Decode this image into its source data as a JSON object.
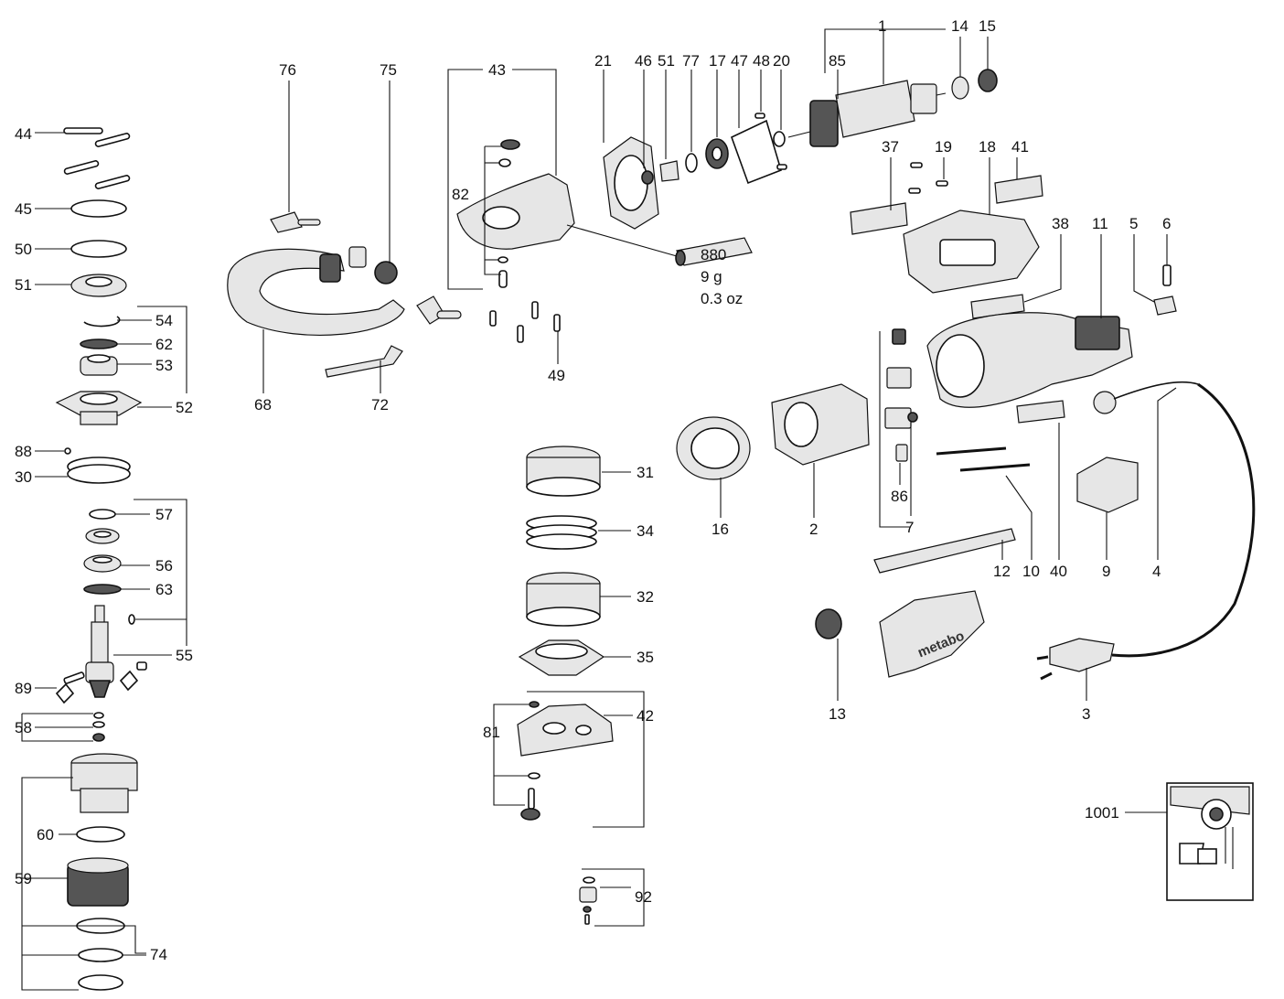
{
  "labels": {
    "p1": "1",
    "p2": "2",
    "p3": "3",
    "p4": "4",
    "p5": "5",
    "p6": "6",
    "p7": "7",
    "p9": "9",
    "p10": "10",
    "p11": "11",
    "p12": "12",
    "p13": "13",
    "p14": "14",
    "p15": "15",
    "p16": "16",
    "p17": "17",
    "p18": "18",
    "p19": "19",
    "p20": "20",
    "p21": "21",
    "p30": "30",
    "p31": "31",
    "p32": "32",
    "p34": "34",
    "p35": "35",
    "p37": "37",
    "p38": "38",
    "p40": "40",
    "p41": "41",
    "p42": "42",
    "p43": "43",
    "p44": "44",
    "p45": "45",
    "p46": "46",
    "p47": "47",
    "p48": "48",
    "p49": "49",
    "p50": "50",
    "p51": "51",
    "p51b": "51",
    "p52": "52",
    "p53": "53",
    "p54": "54",
    "p55": "55",
    "p56": "56",
    "p57": "57",
    "p58": "58",
    "p59": "59",
    "p60": "60",
    "p62": "62",
    "p63": "63",
    "p68": "68",
    "p72": "72",
    "p74": "74",
    "p75": "75",
    "p76": "76",
    "p77": "77",
    "p81": "81",
    "p82": "82",
    "p85": "85",
    "p86": "86",
    "p88": "88",
    "p89": "89",
    "p92": "92",
    "p880": "880",
    "p1001": "1001"
  },
  "grease": {
    "weight_g": "9 g",
    "weight_oz": "0.3 oz"
  },
  "brand": "metabo"
}
